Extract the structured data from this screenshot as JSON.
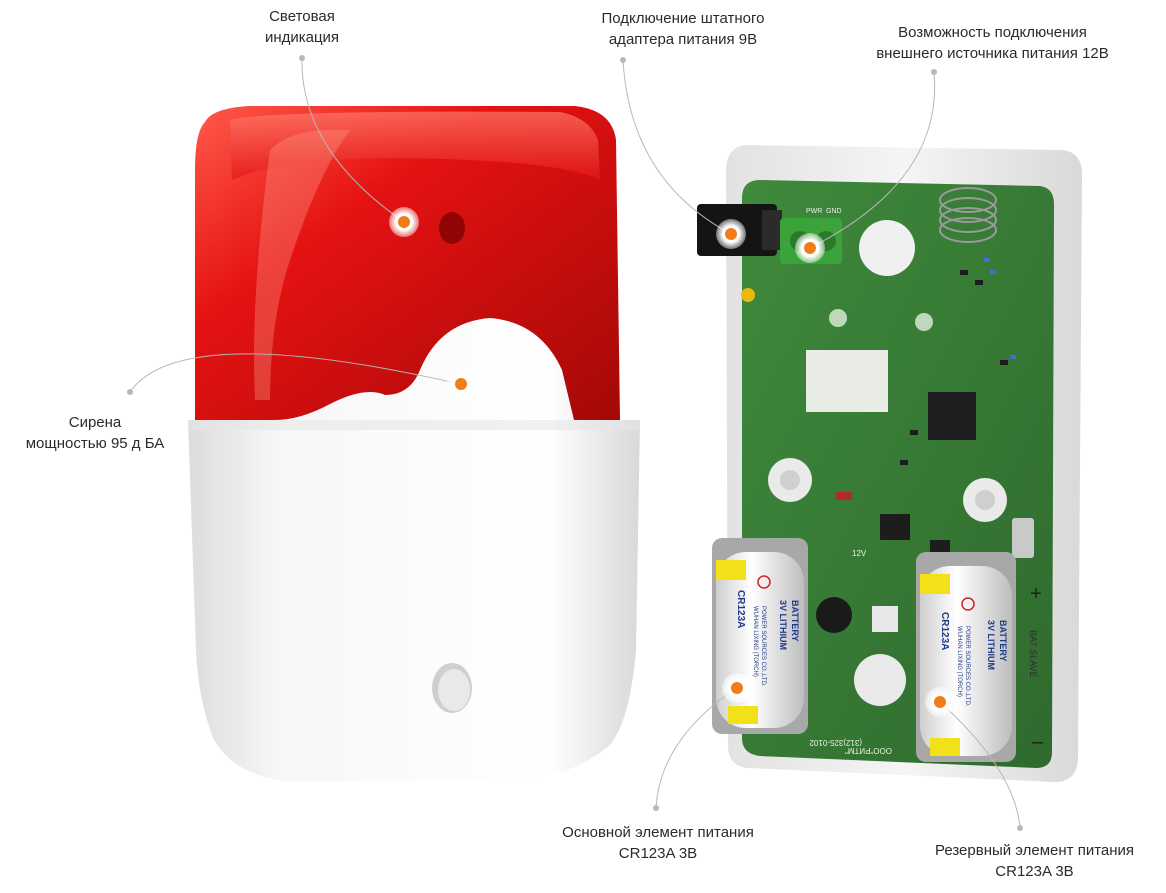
{
  "callouts": {
    "light": {
      "line1": "Световая",
      "line2": "индикация"
    },
    "adapter": {
      "line1": "Подключение штатного",
      "line2": "адаптера питания 9В"
    },
    "external": {
      "line1": "Возможность подключения",
      "line2": "внешнего источника питания 12В"
    },
    "siren": {
      "line1": "Сирена",
      "line2": "мощностью 95 д БА"
    },
    "main_battery": {
      "line1": "Основной элемент питания",
      "line2": "CR123A 3В"
    },
    "backup_battery": {
      "line1": "Резервный элемент питания",
      "line2": "CR123A 3В"
    }
  },
  "board": {
    "pwr": "PWR",
    "gnd": "GND",
    "bat_slave": "BAT SLAVE",
    "plus": "+",
    "minus": "–",
    "v12": "12V",
    "model": "(312)325-0102",
    "brand": "ООО\"РИТМ\""
  },
  "battery": {
    "line1": "3V LITHIUM",
    "line2": "BATTERY",
    "line3": "WUHAN LIXING (TORCH)",
    "line4": "POWER SOURCES CO.,LTD.",
    "model": "CR123A"
  },
  "colors": {
    "accent_dot": "#f07d1a",
    "lens_red": "#e01818",
    "pcb_green": "#3d7a3a",
    "housing_white": "#f3f3f3"
  }
}
